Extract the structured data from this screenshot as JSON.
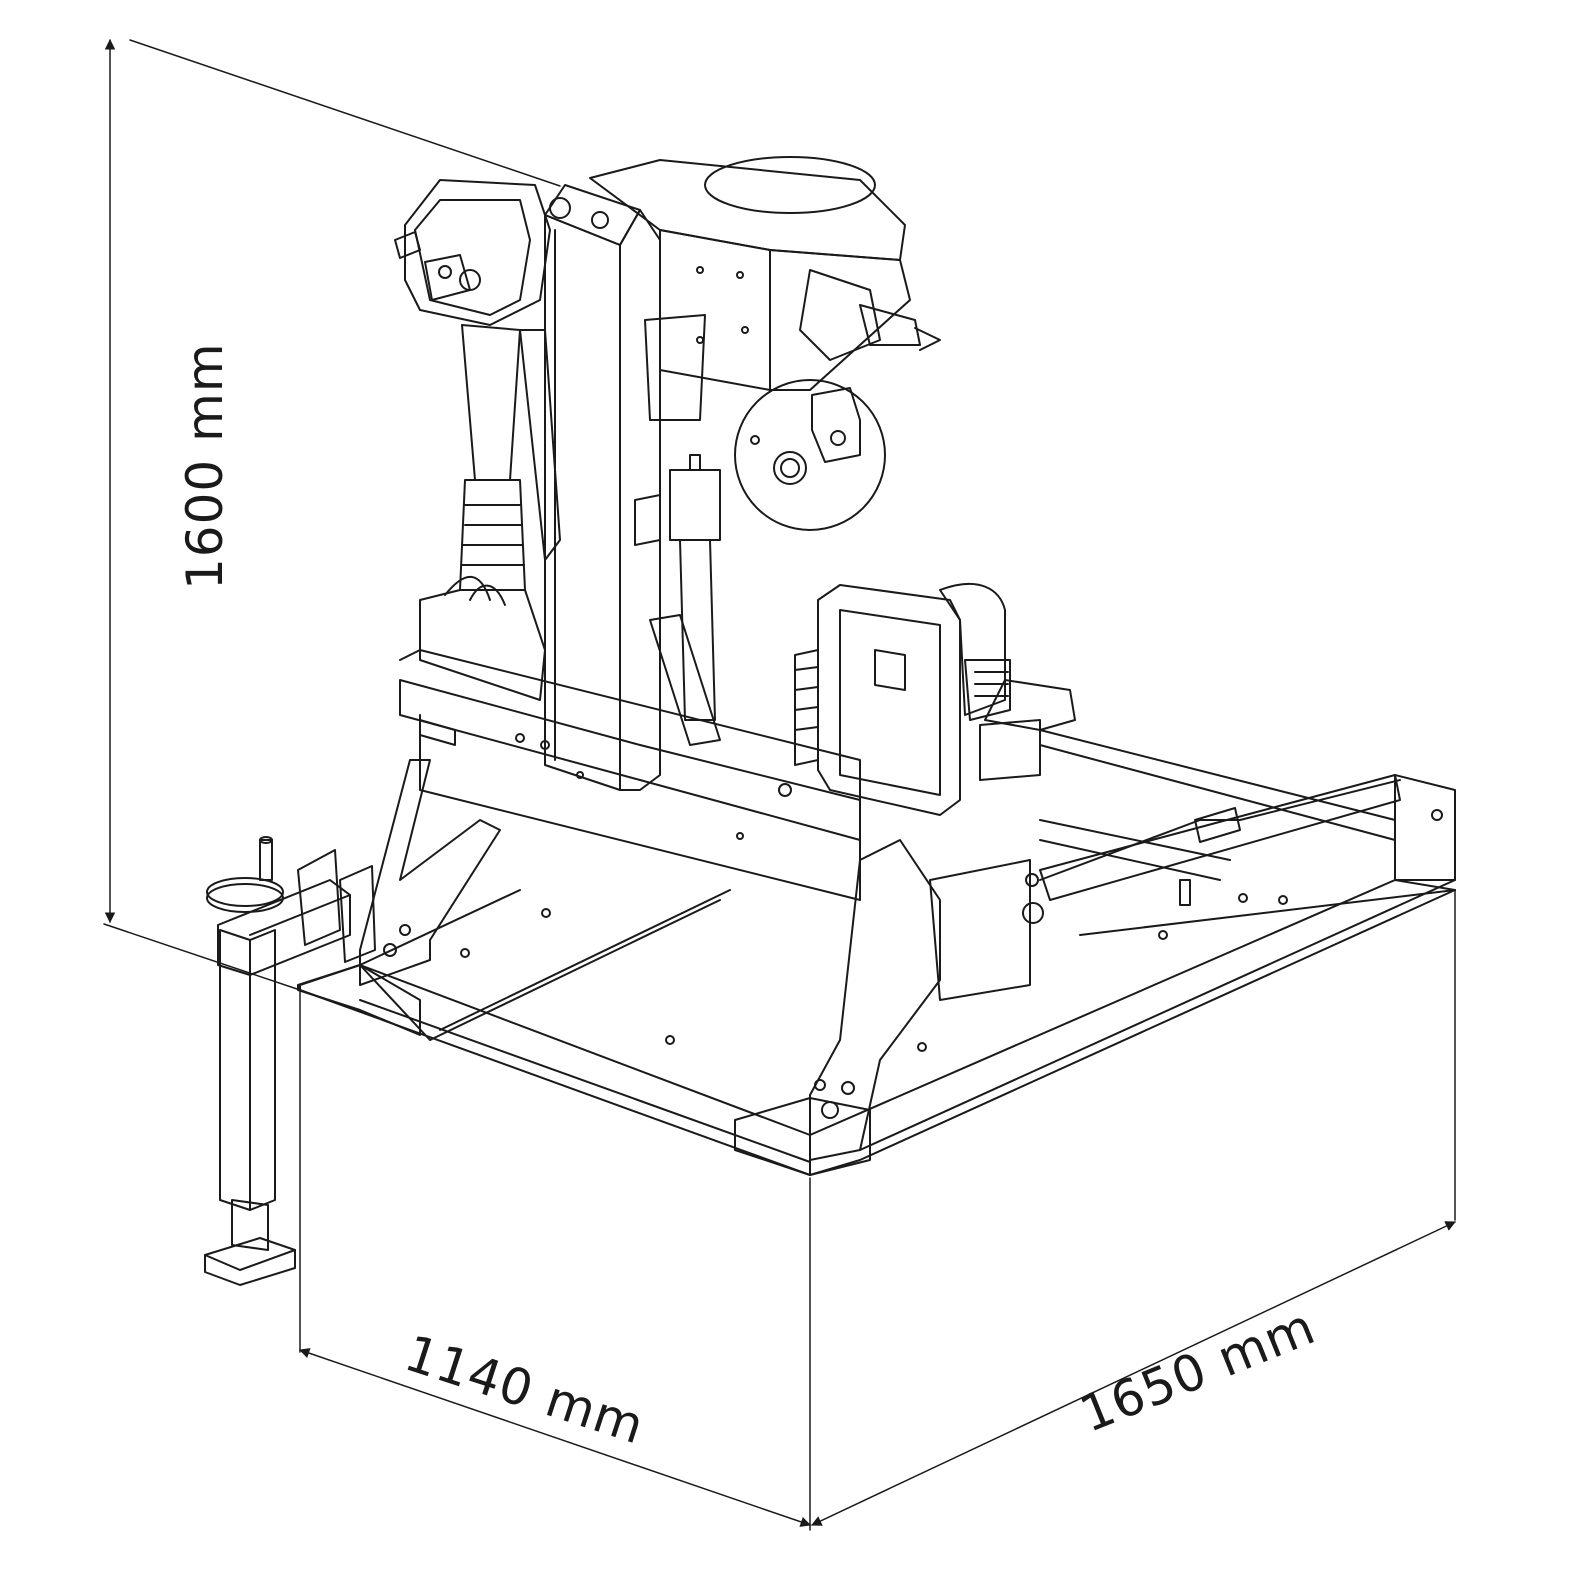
{
  "dimensions": {
    "height": "1600 mm",
    "width": "1140 mm",
    "length": "1650 mm"
  },
  "colors": {
    "line": "#1a1a1a",
    "background": "#ffffff"
  }
}
